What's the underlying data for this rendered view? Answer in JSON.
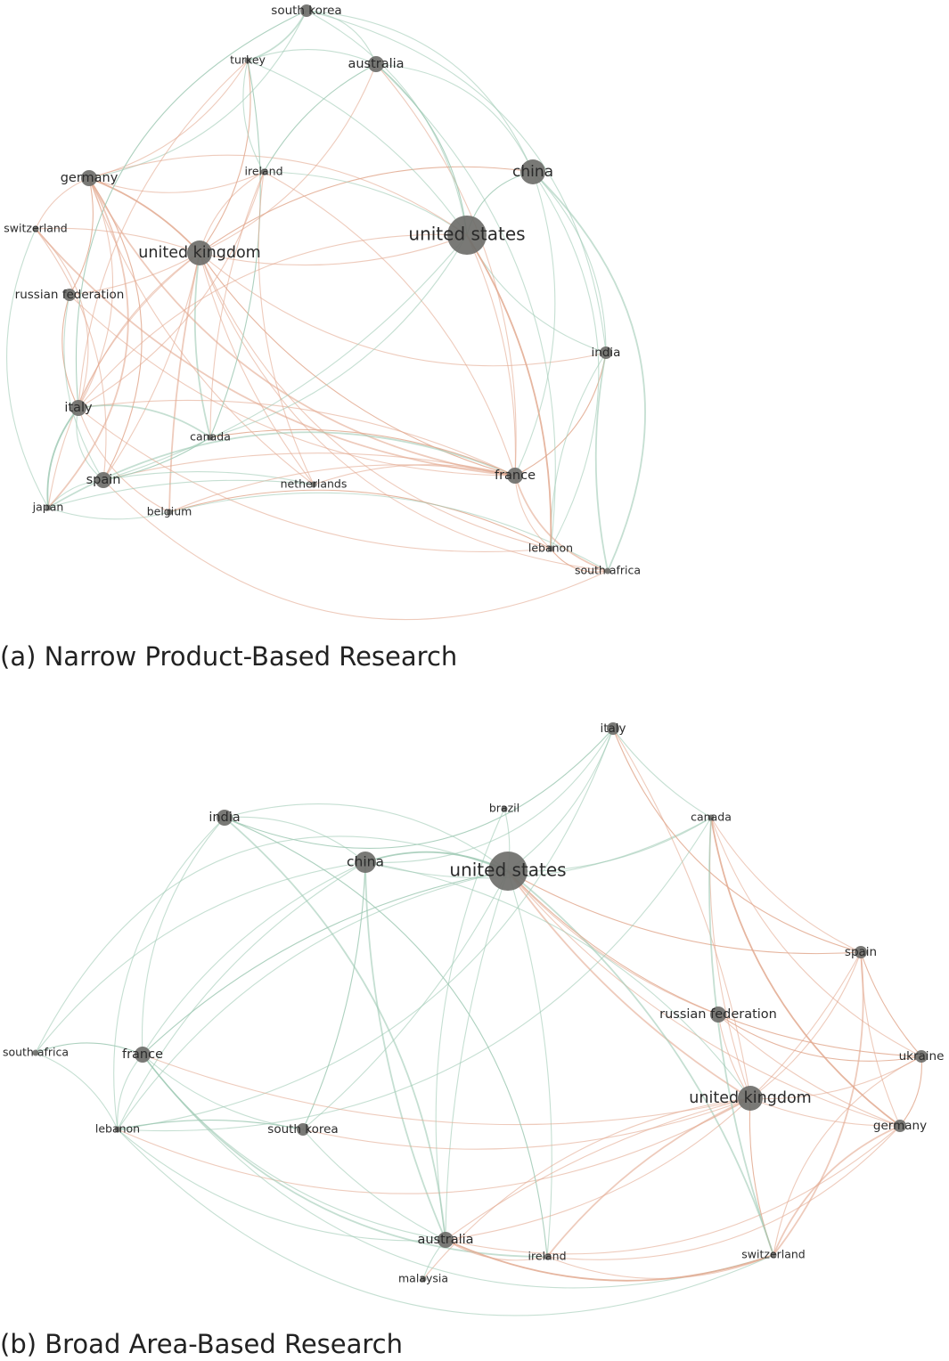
{
  "figures": [
    {
      "id": "a",
      "caption": "(a) Narrow Product-Based Research",
      "colors": {
        "green_edge": "#9fc9b4",
        "orange_edge": "#e2a98f",
        "node": "#6e6e6a"
      },
      "nodes": [
        {
          "id": "south_korea",
          "label": "south korea",
          "size": 2
        },
        {
          "id": "turkey",
          "label": "turkey",
          "size": 1
        },
        {
          "id": "australia",
          "label": "australia",
          "size": 3
        },
        {
          "id": "germany",
          "label": "germany",
          "size": 3
        },
        {
          "id": "ireland",
          "label": "ireland",
          "size": 1
        },
        {
          "id": "china",
          "label": "china",
          "size": 5
        },
        {
          "id": "switzerland",
          "label": "switzerland",
          "size": 1
        },
        {
          "id": "united_states",
          "label": "united states",
          "size": 8
        },
        {
          "id": "united_kingdom",
          "label": "united kingdom",
          "size": 6
        },
        {
          "id": "russian_federation",
          "label": "russian federation",
          "size": 2
        },
        {
          "id": "india",
          "label": "india",
          "size": 2
        },
        {
          "id": "italy",
          "label": "italy",
          "size": 3
        },
        {
          "id": "canada",
          "label": "canada",
          "size": 1
        },
        {
          "id": "spain",
          "label": "spain",
          "size": 3
        },
        {
          "id": "france",
          "label": "france",
          "size": 3
        },
        {
          "id": "netherlands",
          "label": "netherlands",
          "size": 1
        },
        {
          "id": "japan",
          "label": "japan",
          "size": 1
        },
        {
          "id": "belgium",
          "label": "belgium",
          "size": 1
        },
        {
          "id": "lebanon",
          "label": "lebanon",
          "size": 1
        },
        {
          "id": "south_africa",
          "label": "south africa",
          "size": 1
        }
      ]
    },
    {
      "id": "b",
      "caption": "(b) Broad Area-Based Research",
      "colors": {
        "green_edge": "#9fc9b4",
        "orange_edge": "#e2a98f",
        "node": "#6e6e6a"
      },
      "nodes": [
        {
          "id": "italy",
          "label": "italy",
          "size": 2
        },
        {
          "id": "india",
          "label": "india",
          "size": 3
        },
        {
          "id": "brazil",
          "label": "brazil",
          "size": 1
        },
        {
          "id": "canada",
          "label": "canada",
          "size": 1
        },
        {
          "id": "china",
          "label": "china",
          "size": 4
        },
        {
          "id": "united_states",
          "label": "united states",
          "size": 9
        },
        {
          "id": "spain",
          "label": "spain",
          "size": 2
        },
        {
          "id": "russian_federation",
          "label": "russian federation",
          "size": 3
        },
        {
          "id": "south_africa",
          "label": "south africa",
          "size": 1
        },
        {
          "id": "france",
          "label": "france",
          "size": 3
        },
        {
          "id": "ukraine",
          "label": "ukraine",
          "size": 2
        },
        {
          "id": "united_kingdom",
          "label": "united kingdom",
          "size": 6
        },
        {
          "id": "lebanon",
          "label": "lebanon",
          "size": 1
        },
        {
          "id": "south_korea",
          "label": "south korea",
          "size": 2
        },
        {
          "id": "germany",
          "label": "germany",
          "size": 2
        },
        {
          "id": "australia",
          "label": "australia",
          "size": 3
        },
        {
          "id": "ireland",
          "label": "ireland",
          "size": 1
        },
        {
          "id": "switzerland",
          "label": "switzerland",
          "size": 1
        },
        {
          "id": "malaysia",
          "label": "malaysia",
          "size": 1
        }
      ]
    }
  ]
}
